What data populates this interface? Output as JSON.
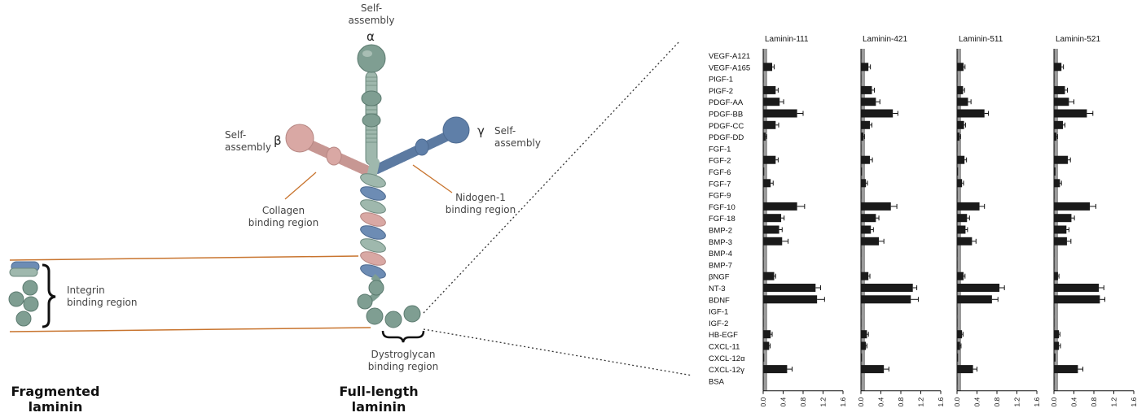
{
  "diagram": {
    "self_assembly_alpha": "Self-\nassembly",
    "alpha": "α",
    "self_assembly_beta": "Self-\nassembly",
    "beta": "β",
    "self_assembly_gamma": "Self-\nassembly",
    "gamma": "γ",
    "collagen": "Collagen\nbinding region",
    "nidogen": "Nidogen-1\nbinding region",
    "integrin": "Integrin\nbinding region",
    "dystroglycan": "Dystroglycan\nbinding region",
    "fragmented": "Fragmented\nlaminin",
    "full_length": "Full-length\nlaminin",
    "colors": {
      "alpha_chain": "#7f9e92",
      "beta_chain": "#d9a8a4",
      "gamma_chain": "#5f7fa8",
      "connector": "#c8742e"
    }
  },
  "chart_data": {
    "type": "bar",
    "orientation": "horizontal",
    "categories": [
      "VEGF-A121",
      "VEGF-A165",
      "PlGF-1",
      "PlGF-2",
      "PDGF-AA",
      "PDGF-BB",
      "PDGF-CC",
      "PDGF-DD",
      "FGF-1",
      "FGF-2",
      "FGF-6",
      "FGF-7",
      "FGF-9",
      "FGF-10",
      "FGF-18",
      "BMP-2",
      "BMP-3",
      "BMP-4",
      "BMP-7",
      "βNGF",
      "NT-3",
      "BDNF",
      "IGF-1",
      "IGF-2",
      "HB-EGF",
      "CXCL-11",
      "CXCL-12α",
      "CXCL-12γ",
      "BSA"
    ],
    "panels": [
      {
        "title": "Laminin-111",
        "values": [
          0.01,
          0.18,
          0.01,
          0.25,
          0.33,
          0.68,
          0.25,
          0.05,
          0.01,
          0.25,
          0.02,
          0.15,
          0.01,
          0.68,
          0.36,
          0.32,
          0.38,
          0.01,
          0.01,
          0.22,
          1.05,
          1.08,
          0.01,
          0.01,
          0.15,
          0.12,
          0.02,
          0.48,
          0.01
        ],
        "errors": [
          0.01,
          0.04,
          0.01,
          0.05,
          0.08,
          0.12,
          0.06,
          0.02,
          0.01,
          0.05,
          0.01,
          0.05,
          0.01,
          0.15,
          0.06,
          0.06,
          0.12,
          0.01,
          0.01,
          0.03,
          0.1,
          0.15,
          0.01,
          0.01,
          0.03,
          0.02,
          0.01,
          0.1,
          0.01
        ]
      },
      {
        "title": "Laminin-421",
        "values": [
          0.01,
          0.15,
          0.01,
          0.22,
          0.3,
          0.64,
          0.18,
          0.05,
          0.01,
          0.18,
          0.02,
          0.1,
          0.01,
          0.6,
          0.3,
          0.2,
          0.36,
          0.01,
          0.01,
          0.15,
          1.04,
          1.0,
          0.01,
          0.01,
          0.12,
          0.1,
          0.02,
          0.46,
          0.01
        ],
        "errors": [
          0.01,
          0.04,
          0.01,
          0.05,
          0.08,
          0.1,
          0.04,
          0.02,
          0.01,
          0.05,
          0.01,
          0.03,
          0.01,
          0.12,
          0.06,
          0.05,
          0.1,
          0.01,
          0.01,
          0.03,
          0.08,
          0.15,
          0.01,
          0.01,
          0.03,
          0.02,
          0.01,
          0.1,
          0.01
        ]
      },
      {
        "title": "Laminin-511",
        "values": [
          0.01,
          0.13,
          0.01,
          0.12,
          0.22,
          0.55,
          0.14,
          0.05,
          0.01,
          0.15,
          0.02,
          0.1,
          0.01,
          0.45,
          0.2,
          0.17,
          0.3,
          0.01,
          0.01,
          0.13,
          0.85,
          0.7,
          0.01,
          0.01,
          0.1,
          0.06,
          0.02,
          0.32,
          0.01
        ],
        "errors": [
          0.01,
          0.03,
          0.01,
          0.03,
          0.06,
          0.08,
          0.03,
          0.02,
          0.01,
          0.04,
          0.01,
          0.03,
          0.01,
          0.1,
          0.05,
          0.04,
          0.08,
          0.01,
          0.01,
          0.03,
          0.1,
          0.12,
          0.01,
          0.01,
          0.02,
          0.02,
          0.01,
          0.08,
          0.01
        ]
      },
      {
        "title": "Laminin-521",
        "values": [
          0.01,
          0.15,
          0.01,
          0.22,
          0.3,
          0.66,
          0.18,
          0.05,
          0.01,
          0.28,
          0.03,
          0.12,
          0.01,
          0.72,
          0.35,
          0.25,
          0.26,
          0.01,
          0.01,
          0.08,
          0.9,
          0.92,
          0.01,
          0.01,
          0.1,
          0.1,
          0.03,
          0.48,
          0.01
        ],
        "errors": [
          0.01,
          0.04,
          0.01,
          0.05,
          0.1,
          0.12,
          0.04,
          0.02,
          0.01,
          0.05,
          0.01,
          0.03,
          0.01,
          0.12,
          0.06,
          0.05,
          0.08,
          0.01,
          0.01,
          0.02,
          0.1,
          0.1,
          0.01,
          0.01,
          0.02,
          0.03,
          0.01,
          0.1,
          0.01
        ]
      }
    ],
    "xticks": [
      "0.0",
      "0.4",
      "0.8",
      "1.2",
      "1.6"
    ],
    "xlim": [
      0,
      1.6
    ],
    "bar_color": "#1a1a1a",
    "baseline_band_color": "#9a9a9a"
  }
}
